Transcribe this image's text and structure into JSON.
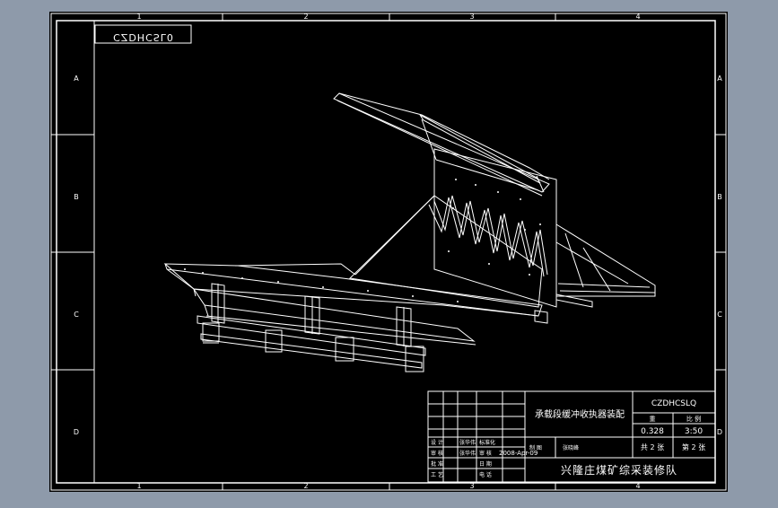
{
  "sheet": {
    "columns": [
      "1",
      "2",
      "3",
      "4"
    ],
    "rows": [
      "A",
      "B",
      "C",
      "D"
    ],
    "mirrored_code": "CZDHCSL0"
  },
  "title_block": {
    "drawing_title": "承载段缓冲收执器装配",
    "drawing_code": "CZDHCSLQ",
    "weight_label": "重",
    "scale_label": "比 例",
    "weight_value": "0.328",
    "scale_value": "3:50",
    "sheets_total": "共 2 张",
    "sheet_number": "第 2 张",
    "company": "兴隆庄煤矿综采装修队",
    "date": "2008-Apr-09",
    "grid_cells": [
      "设 计",
      "张华伟",
      "审 核",
      "标准化",
      "工 艺",
      "张华伟",
      "批 准",
      "日 期",
      "制 图",
      "张晓峰",
      "审 核",
      "电 话"
    ]
  },
  "colors": {
    "paper": "#000000",
    "line": "#ffffff",
    "outer_frame": "#8e9aaa"
  }
}
